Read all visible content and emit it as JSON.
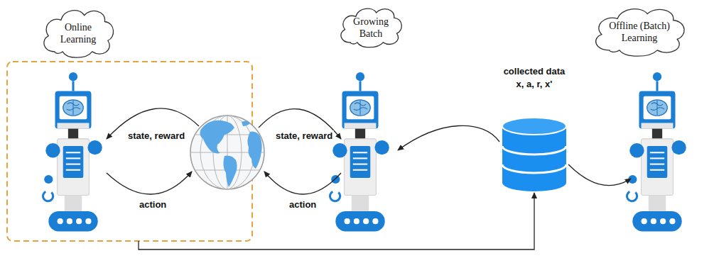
{
  "diagram": {
    "nodes": [
      {
        "text": [
          "Online Learning"
        ]
      },
      {
        "text": [
          "Growing Batch"
        ]
      },
      {
        "text": [
          "collected data",
          "x, a, r, x'"
        ]
      },
      {
        "text": [
          "Offline (Batch) Learning"
        ]
      }
    ],
    "labels": [
      "state, reward",
      "action",
      "state, reward",
      "action"
    ]
  }
}
